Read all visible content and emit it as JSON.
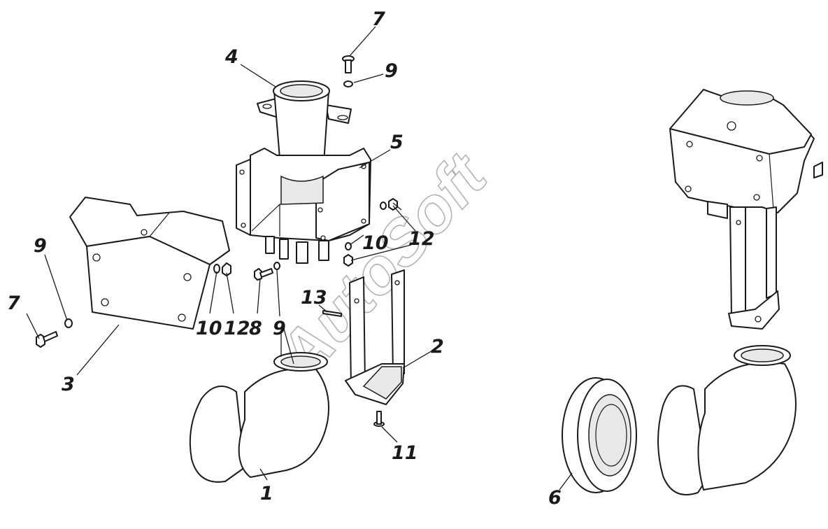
{
  "watermark": "AutoSoft",
  "callouts": {
    "c1": "1",
    "c2": "2",
    "c3": "3",
    "c4": "4",
    "c5": "5",
    "c6": "6",
    "c7a": "7",
    "c7b": "7",
    "c8": "8",
    "c9a": "9",
    "c9b": "9",
    "c9c": "9",
    "c10a": "10",
    "c10b": "10",
    "c11": "11",
    "c12a": "12",
    "c12b": "12",
    "c13": "13"
  }
}
